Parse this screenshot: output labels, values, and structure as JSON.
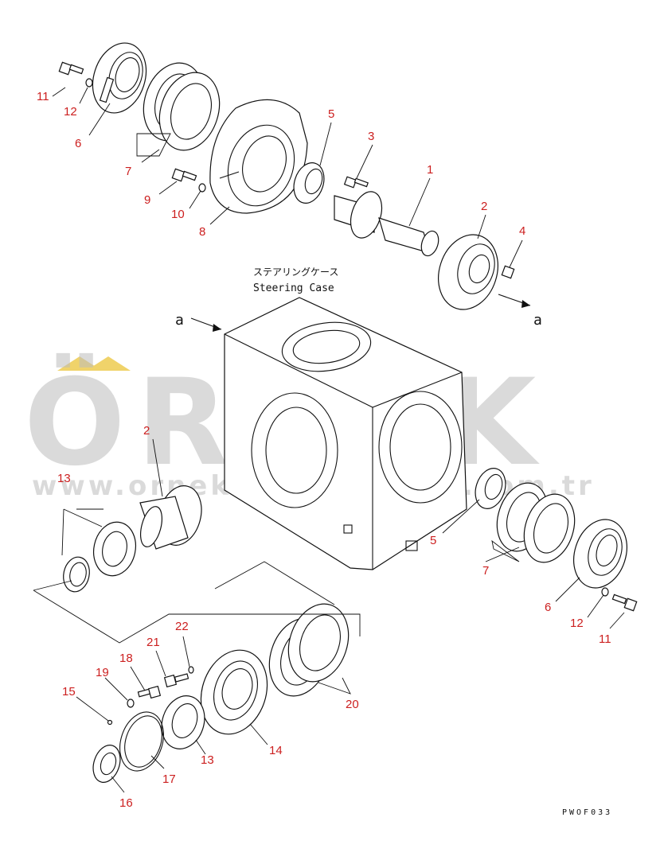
{
  "diagram": {
    "title_jp": "ステアリングケース",
    "title_en": "Steering Case",
    "view_marker": "a",
    "drawing_code": "PWOF033",
    "callouts": [
      {
        "id": "c11a",
        "label": "11"
      },
      {
        "id": "c12a",
        "label": "12"
      },
      {
        "id": "c6a",
        "label": "6"
      },
      {
        "id": "c7a",
        "label": "7"
      },
      {
        "id": "c9",
        "label": "9"
      },
      {
        "id": "c10",
        "label": "10"
      },
      {
        "id": "c8",
        "label": "8"
      },
      {
        "id": "c5a",
        "label": "5"
      },
      {
        "id": "c3",
        "label": "3"
      },
      {
        "id": "c1",
        "label": "1"
      },
      {
        "id": "c2a",
        "label": "2"
      },
      {
        "id": "c4",
        "label": "4"
      },
      {
        "id": "c2b",
        "label": "2"
      },
      {
        "id": "c13a",
        "label": "13"
      },
      {
        "id": "c5b",
        "label": "5"
      },
      {
        "id": "c7b",
        "label": "7"
      },
      {
        "id": "c6b",
        "label": "6"
      },
      {
        "id": "c12b",
        "label": "12"
      },
      {
        "id": "c11b",
        "label": "11"
      },
      {
        "id": "c22",
        "label": "22"
      },
      {
        "id": "c21",
        "label": "21"
      },
      {
        "id": "c18",
        "label": "18"
      },
      {
        "id": "c19",
        "label": "19"
      },
      {
        "id": "c15",
        "label": "15"
      },
      {
        "id": "c20",
        "label": "20"
      },
      {
        "id": "c14",
        "label": "14"
      },
      {
        "id": "c13b",
        "label": "13"
      },
      {
        "id": "c17",
        "label": "17"
      },
      {
        "id": "c16",
        "label": "16"
      }
    ]
  },
  "watermark": {
    "brand": "ÖRNEK",
    "url": "www.orneksiparisnalari.com.tr",
    "accent_color": "#f0d36a",
    "text_color": "#bdbdbd"
  },
  "colors": {
    "callout": "#cc1f1f",
    "line": "#111111"
  }
}
